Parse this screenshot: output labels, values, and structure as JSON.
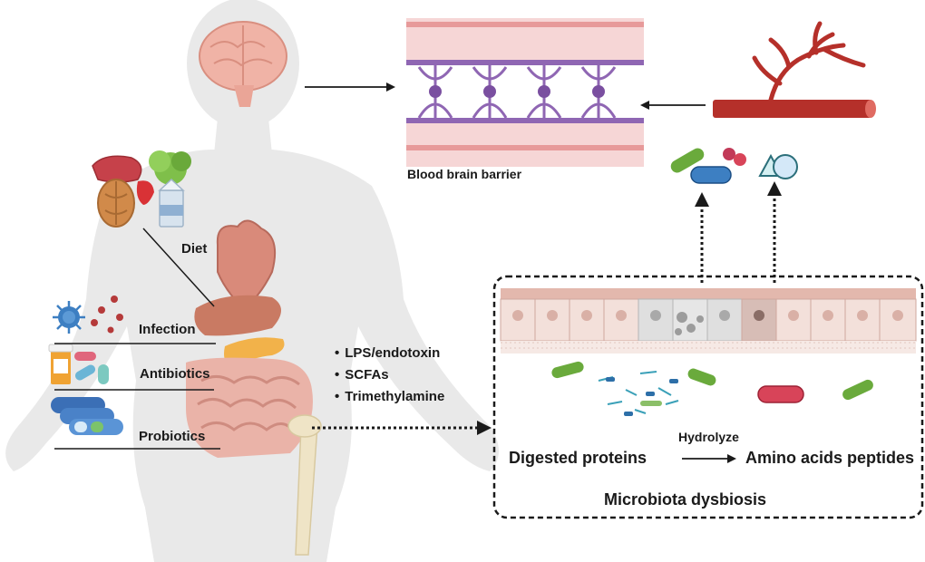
{
  "labels": {
    "bbb": "Blood brain barrier",
    "diet": "Diet",
    "infection": "Infection",
    "antibiotics": "Antibiotics",
    "probiotics": "Probiotics",
    "hydrolyze": "Hydrolyze",
    "digested": "Digested proteins",
    "amino": "Amino acids peptides",
    "dysbiosis": "Microbiota dysbiosis"
  },
  "metabolites": [
    "LPS/endotoxin",
    "SCFAs",
    "Trimethylamine"
  ],
  "colors": {
    "body": "#e9e9e9",
    "organ": "#e6a28e",
    "liver": "#c97a63",
    "pancreas": "#f2b24a",
    "vessel": "#b5302a",
    "astrocyte": "#8f66b3",
    "bacteria_green": "#6aaa3c",
    "bacteria_red": "#d84459"
  }
}
